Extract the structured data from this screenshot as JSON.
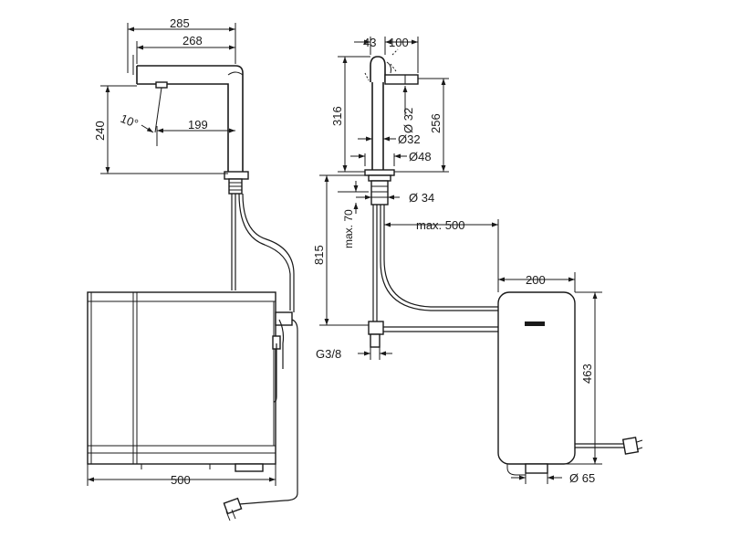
{
  "dimensions": {
    "left_view": {
      "d285": "285",
      "d268": "268",
      "d240": "240",
      "angle": "10°",
      "d199": "199",
      "d500": "500"
    },
    "right_view": {
      "d43": "43",
      "d100": "100",
      "d316": "316",
      "d256": "256",
      "dia32_spout": "Ø 32",
      "dia32": "Ø32",
      "dia48": "Ø48",
      "dia34": "Ø 34",
      "max70": "max. 70",
      "d815": "815",
      "max500": "max. 500",
      "d200": "200",
      "d463": "463",
      "g38": "G3/8",
      "dia65": "Ø 65"
    }
  }
}
